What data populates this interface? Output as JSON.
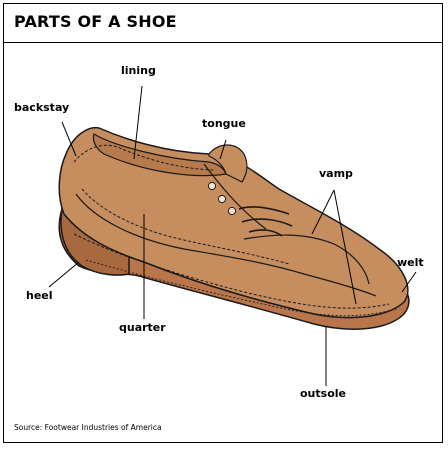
{
  "title": "PARTS OF A SHOE",
  "source": "Source: Footwear Industries of America",
  "labels": {
    "lining": "lining",
    "backstay": "backstay",
    "tongue": "tongue",
    "vamp": "vamp",
    "welt": "welt",
    "heel": "heel",
    "quarter": "quarter",
    "outsole": "outsole"
  },
  "colors": {
    "upper": "#c68d5f",
    "upper_shadow": "#b67a4c",
    "sole": "#b8764a",
    "outline": "#1a1a1a"
  }
}
